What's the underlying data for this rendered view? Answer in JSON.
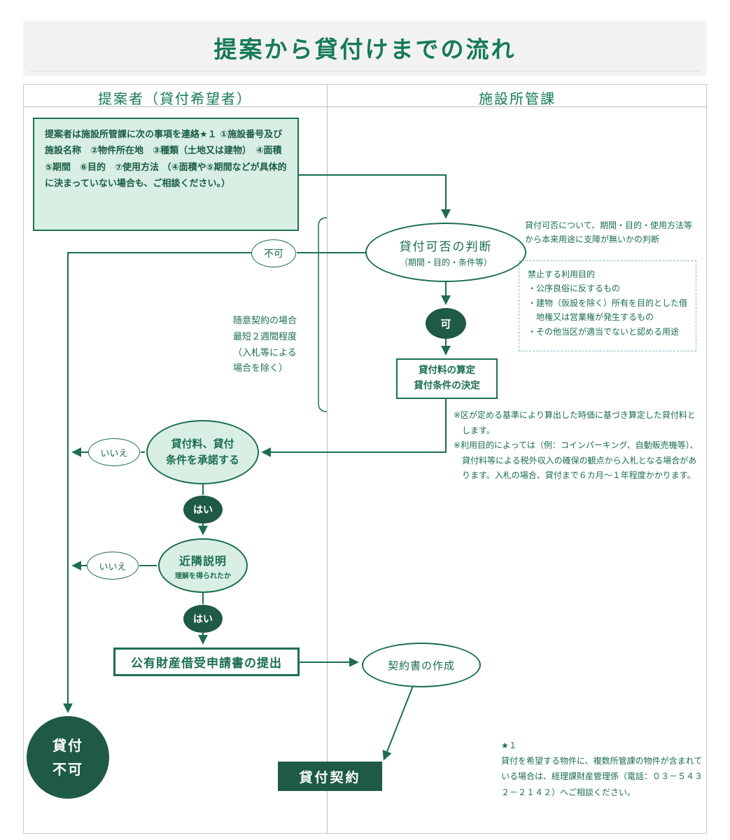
{
  "page": {
    "title": "提案から貸付けまでの流れ"
  },
  "columns": {
    "proposer": "提案者（貸付希望者）",
    "department": "施設所管課"
  },
  "flow": {
    "contact_box": {
      "line1": "提案者は施設所管課に次の事項を連絡★１",
      "line2": "①施設番号及び施設名称　②物件所在地　③種類（土地又は建物）　④面積　⑤期間　⑥目的　⑦使用方法",
      "line3": "（④面積や⑤期間などが具体的に決まっていない場合も、ご相談ください。）"
    },
    "judgment": {
      "label": "貸付可否の判断",
      "sub": "（期間・目的・条件等）"
    },
    "no_label": "不可",
    "ok_label": "可",
    "fee_box": {
      "line1": "貸付料の算定",
      "line2": "貸付条件の決定"
    },
    "accept": {
      "line1": "貸付料、貸付",
      "line2": "条件を承諾する"
    },
    "iie1": "いいえ",
    "hai1": "はい",
    "neighbor": {
      "label": "近隣説明",
      "sub": "理解を得られたか"
    },
    "iie2": "いいえ",
    "hai2": "はい",
    "application": "公有財産借受申請書の提出",
    "contract_create": "契約書の作成",
    "contract": "貸付契約",
    "lending_refused": {
      "line1": "貸付",
      "line2": "不可"
    }
  },
  "notes": {
    "judgment_side": "貸付可否について、期間・目的・使用方法等から本来用途に支障が無いかの判断",
    "prohibited": {
      "title": "禁止する利用目的",
      "items": [
        "・公序良俗に反するもの",
        "・建物（仮設を除く）所有を目的とした借地権又は営業権が発生するもの",
        "・その他当区が適当でないと認める用途"
      ]
    },
    "period": [
      "随意契約の場合",
      "最短２週間程度",
      "（入札等による",
      "場合を除く）"
    ],
    "fee": [
      "※区が定める基準により算出した時価に基づき算定した貸付料とします。",
      "※利用目的によっては（例：コインパーキング、自動販売機等）、貸付料等による税外収入の確保の観点から入札となる場合があります。入札の場合、貸付まで６カ月～１年程度かかります。"
    ],
    "star": {
      "title": "★１",
      "body": "貸付を希望する物件に、複数所管課の物件が含まれている場合は、経理課財産管理係（電話：０３－５４３２－２１４２）へご相談ください。"
    }
  },
  "colors": {
    "primary_green": "#1b6e52",
    "dark_green_fill": "#1e5a44",
    "light_green_fill": "#d9efe4",
    "dashed_border": "#8ab7c6",
    "title_background": "#f2f2f2"
  }
}
